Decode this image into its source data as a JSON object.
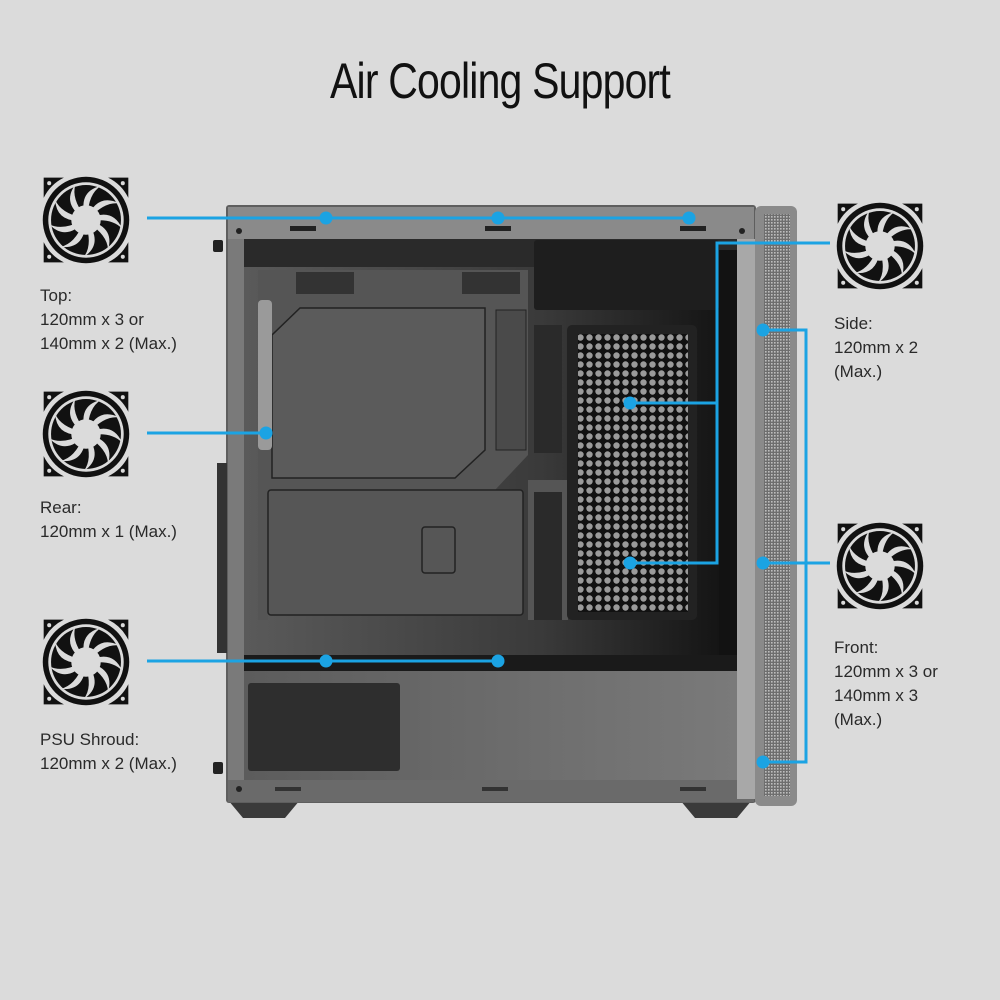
{
  "title": "Air Cooling Support",
  "accent_color": "#1ba3e3",
  "mounts": [
    {
      "id": "top",
      "label": "Top:",
      "spec_lines": [
        "120mm x 3 or",
        "140mm x 2 (Max.)"
      ],
      "icon": "fan-icon"
    },
    {
      "id": "rear",
      "label": "Rear:",
      "spec_lines": [
        "120mm x 1 (Max.)"
      ],
      "icon": "fan-icon"
    },
    {
      "id": "psu-shroud",
      "label": "PSU Shroud:",
      "spec_lines": [
        "120mm x 2 (Max.)"
      ],
      "icon": "fan-icon"
    },
    {
      "id": "side",
      "label": "Side:",
      "spec_lines": [
        "120mm x 2",
        "(Max.)"
      ],
      "icon": "fan-icon"
    },
    {
      "id": "front",
      "label": "Front:",
      "spec_lines": [
        "120mm x 3 or",
        "140mm x 3",
        "(Max.)"
      ],
      "icon": "fan-icon"
    }
  ],
  "text": {
    "top": "Top:\n120mm x 3 or\n140mm x 2 (Max.)",
    "rear": "Rear:\n120mm x 1 (Max.)",
    "psu": "PSU Shroud:\n120mm x 2 (Max.)",
    "side": "Side:\n120mm x 2\n(Max.)",
    "front": "Front:\n120mm x 3 or\n140mm x 3\n(Max.)"
  }
}
